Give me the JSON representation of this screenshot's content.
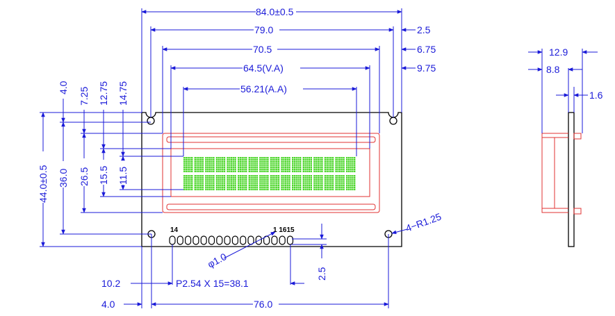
{
  "top_dims": {
    "overall": "84.0±0.5",
    "hole_pitch": "79.0",
    "bezel": "70.5",
    "view_area": "64.5(V.A)",
    "active_area": "56.21(A.A)",
    "edge_2_5": "2.5",
    "edge_6_75": "6.75",
    "edge_9_75": "9.75"
  },
  "left_dims": {
    "overall_height": "44.0±0.5",
    "hole_pitch_v": "36.0",
    "bezel_h": "26.5",
    "view_h": "15.5",
    "active_h": "11.5",
    "top_4_0": "4.0",
    "top_7_25": "7.25",
    "top_12_75": "12.75",
    "top_14_75": "14.75"
  },
  "bottom_dims": {
    "pin_offset": "10.2",
    "pin_pitch": "P2.54  X  15=38.1",
    "edge_4_0": "4.0",
    "hole_span": "76.0",
    "pin_length": "2.5",
    "pin_dia": "φ1.0",
    "hole_radius": "4−R1.25"
  },
  "pin_labels": {
    "left": "14",
    "right": "1 1615"
  },
  "side_dims": {
    "total_thickness": "12.9",
    "module_depth": "8.8",
    "pcb_thickness": "1.6"
  },
  "colors": {
    "dimension": "#1a1ad8",
    "outline": "#000000",
    "bezel": "#e03030",
    "characters": "#4cd62a"
  }
}
